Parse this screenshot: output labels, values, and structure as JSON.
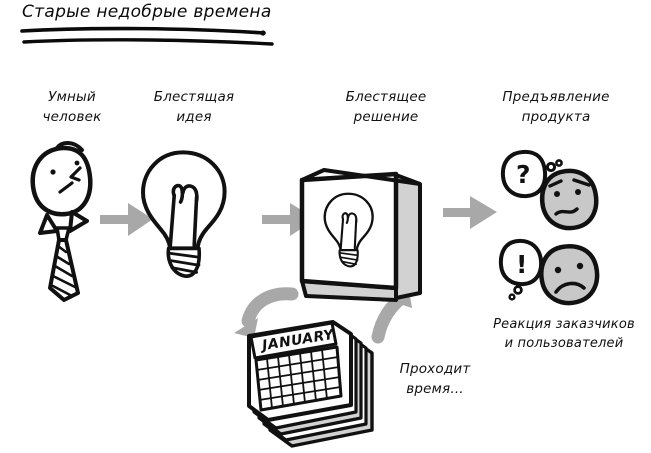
{
  "slide": {
    "title": "Старые недобрые времена",
    "background_color": "#ffffff",
    "ink_color": "#111111",
    "arrow_color": "#a8a8a8",
    "face_fill_color": "#c8c8c8",
    "shade_color": "#d2d2d2"
  },
  "labels": {
    "person": "Умный\nчеловек",
    "person_line1": "Умный",
    "person_line2": "человек",
    "idea_line1": "Блестящая",
    "idea_line2": "идея",
    "solution_line1": "Блестящее",
    "solution_line2": "решение",
    "product_line1": "Предъявление",
    "product_line2": "продукта",
    "reaction_line1": "Реакция заказчиков",
    "reaction_line2": "и пользователей",
    "time_line1": "Проходит",
    "time_line2": "время..."
  },
  "calendar": {
    "month": "JANUARY",
    "grid_rows": 5,
    "grid_cols": 7,
    "stack_sheets": 5
  },
  "faces": [
    {
      "name": "confused-face",
      "bubble_symbol": "?",
      "expression": "confused"
    },
    {
      "name": "unhappy-face",
      "bubble_symbol": "!",
      "expression": "sad"
    }
  ],
  "flow": {
    "steps": [
      "Умный человек",
      "Блестящая идея",
      "Блестящее решение",
      "Предъявление продукта"
    ],
    "arrows": [
      {
        "name": "arrow-person-to-idea",
        "direction": "right"
      },
      {
        "name": "arrow-idea-to-solution",
        "direction": "right"
      },
      {
        "name": "arrow-solution-to-product",
        "direction": "right"
      },
      {
        "name": "arrow-solution-to-calendar",
        "direction": "curve-down-left"
      },
      {
        "name": "arrow-calendar-to-solution",
        "direction": "curve-up-right"
      }
    ]
  }
}
